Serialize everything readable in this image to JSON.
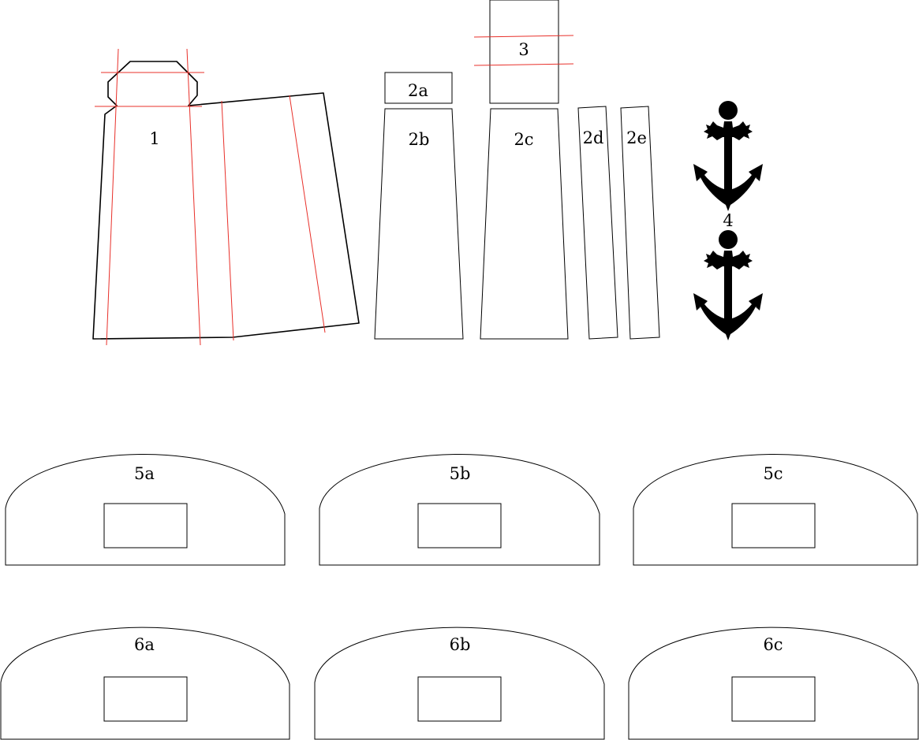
{
  "labels": {
    "p1": "1",
    "p2a": "2a",
    "p2b": "2b",
    "p2c": "2c",
    "p2d": "2d",
    "p2e": "2e",
    "p3": "3",
    "p4": "4",
    "p5a": "5a",
    "p5b": "5b",
    "p5c": "5c",
    "p6a": "6a",
    "p6b": "6b",
    "p6c": "6c"
  },
  "colors": {
    "outline": "#000000",
    "guide_line": "#e8302a",
    "background": "#ffffff"
  },
  "icons": {
    "piece_4": "anchor-icon"
  }
}
